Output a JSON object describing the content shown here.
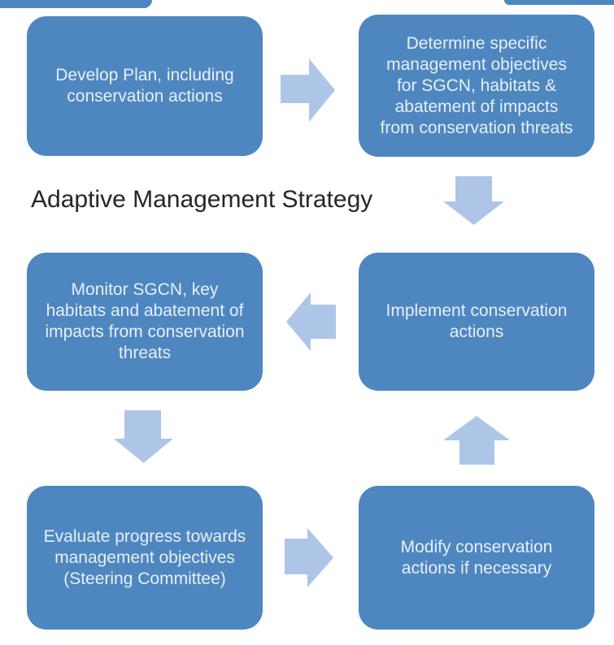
{
  "title": "Adaptive Management Strategy",
  "colors": {
    "box_fill": "#4e87c0",
    "box_text": "#e6eff9",
    "arrow_fill": "#adc6e8",
    "title_color": "#262626",
    "background": "#ffffff"
  },
  "nodes": [
    {
      "name": "develop-plan",
      "label": "Develop Plan, including\nconservation actions"
    },
    {
      "name": "determine-objectives",
      "label": "Determine specific\nmanagement objectives\nfor SGCN, habitats &\nabatement of impacts\nfrom conservation threats"
    },
    {
      "name": "monitor",
      "label": "Monitor SGCN, key\nhabitats and abatement of\nimpacts from conservation\nthreats"
    },
    {
      "name": "implement",
      "label": "Implement conservation\nactions"
    },
    {
      "name": "evaluate",
      "label": "Evaluate progress towards\nmanagement objectives\n(Steering Committee)"
    },
    {
      "name": "modify",
      "label": "Modify conservation\nactions if necessary"
    }
  ],
  "arrows": [
    {
      "name": "develop-to-determine",
      "direction": "right"
    },
    {
      "name": "determine-to-implement",
      "direction": "down"
    },
    {
      "name": "implement-to-monitor",
      "direction": "left"
    },
    {
      "name": "monitor-to-evaluate",
      "direction": "down"
    },
    {
      "name": "evaluate-to-modify",
      "direction": "right"
    },
    {
      "name": "modify-to-implement",
      "direction": "up"
    }
  ]
}
